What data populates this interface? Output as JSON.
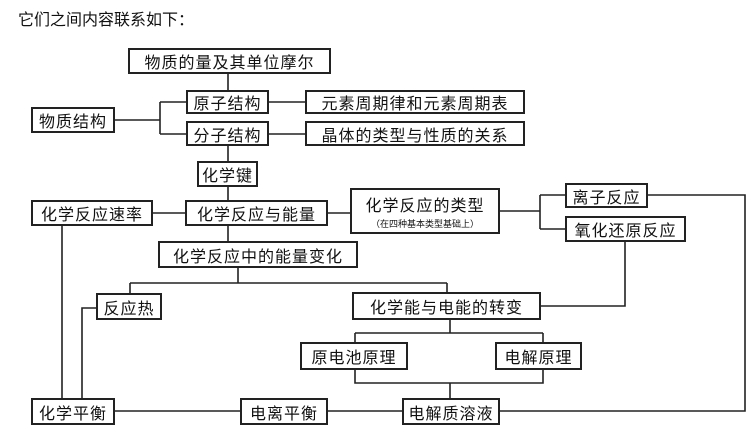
{
  "intro": "它们之间内容联系如下：",
  "nodes": {
    "amount": "物质的量及其单位摩尔",
    "atom": "原子结构",
    "periodic": "元素周期律和元素周期表",
    "structure": "物质结构",
    "molecule": "分子结构",
    "crystal": "晶体的类型与性质的关系",
    "bond": "化学键",
    "rate": "化学反应速率",
    "energy": "化学反应与能量",
    "types": "化学反应的类型",
    "types_note": "（在四种基本类型基础上）",
    "ionic": "离子反应",
    "redox": "氧化还原反应",
    "energy_change": "化学反应中的能量变化",
    "heat": "反应热",
    "conversion": "化学能与电能的转变",
    "cell": "原电池原理",
    "electrolysis": "电解原理",
    "equilibrium": "化学平衡",
    "ionization": "电离平衡",
    "solution": "电解质溶液"
  }
}
